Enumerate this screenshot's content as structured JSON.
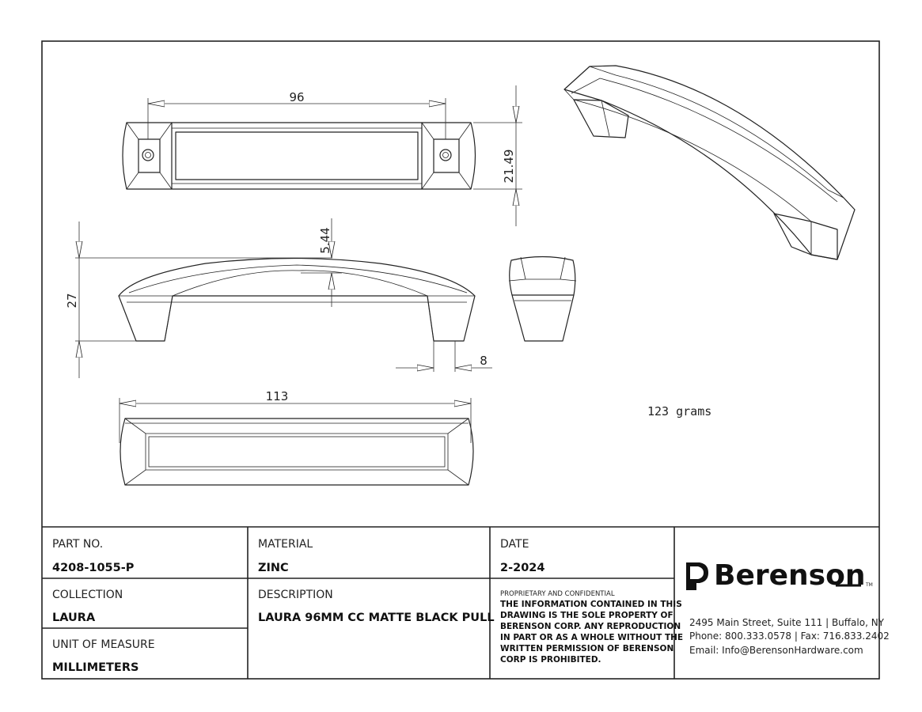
{
  "dimensions": {
    "hole_spacing": "96",
    "width": "21.49",
    "height": "27",
    "arch": "5.44",
    "foot_width": "8",
    "overall_length": "113"
  },
  "weight_note": "123 grams",
  "title_block": {
    "part_no_label": "PART NO.",
    "part_no": "4208-1055-P",
    "material_label": "MATERIAL",
    "material": "ZINC",
    "date_label": "DATE",
    "date": "2-2024",
    "collection_label": "COLLECTION",
    "collection": "LAURA",
    "description_label": "DESCRIPTION",
    "description": "LAURA 96MM CC MATTE BLACK PULL",
    "unit_label": "UNIT OF MEASURE",
    "unit": "MILLIMETERS",
    "confidential_title": "PROPRIETARY AND CONFIDENTIAL",
    "confidential_lines": [
      "THE INFORMATION CONTAINED IN THIS",
      "DRAWING IS THE SOLE PROPERTY OF",
      "BERENSON CORP. ANY REPRODUCTION",
      "IN PART OR AS A WHOLE WITHOUT THE",
      "WRITTEN PERMISSION OF BERENSON",
      "CORP IS PROHIBITED."
    ]
  },
  "company": {
    "name": "Berenson",
    "trademark": "TM",
    "address": "2495 Main Street, Suite 111 | Buffalo, NY",
    "phone": "Phone: 800.333.0578 | Fax: 716.833.2402",
    "email": "Email: Info@BerensonHardware.com"
  }
}
